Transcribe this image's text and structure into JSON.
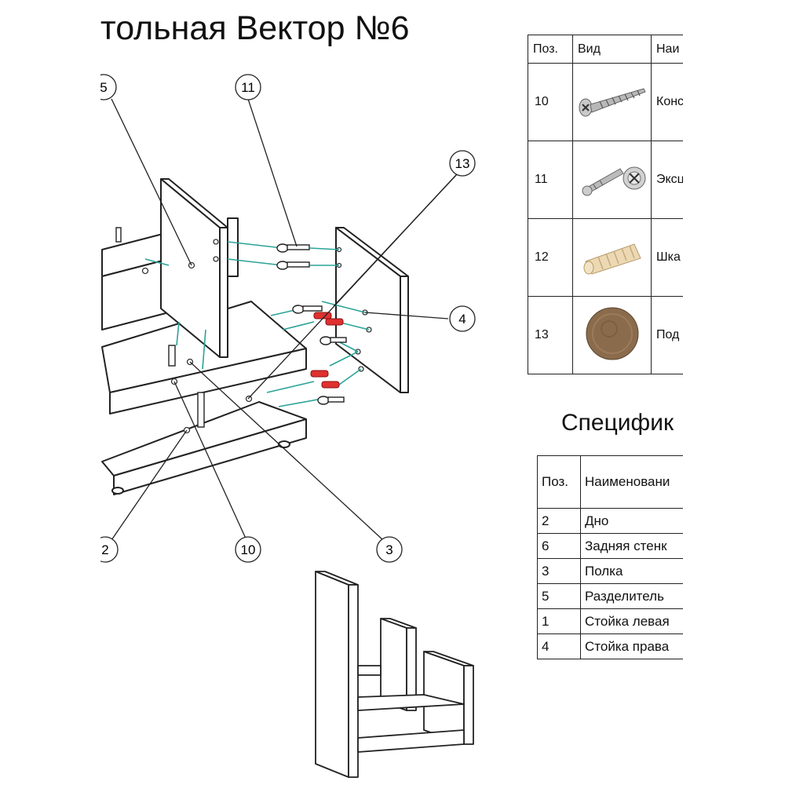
{
  "page": {
    "title": "тольная Вектор №6"
  },
  "diagram": {
    "callouts": [
      "5",
      "11",
      "13",
      "4",
      "2",
      "10",
      "3"
    ],
    "colors": {
      "connector": "#2aa398",
      "dowel_red": "#e03030",
      "line": "#222222"
    }
  },
  "fittings_table": {
    "headers": {
      "pos": "Поз.",
      "view": "Вид",
      "name": "Наи"
    },
    "rows": [
      {
        "pos": "10",
        "icon": "confirmat-screw-icon",
        "name": "Конс"
      },
      {
        "pos": "11",
        "icon": "eccentric-coupler-icon",
        "name": "Эксц"
      },
      {
        "pos": "12",
        "icon": "wooden-dowel-icon",
        "name": "Шка"
      },
      {
        "pos": "13",
        "icon": "furniture-foot-pad-icon",
        "name": "Под"
      }
    ]
  },
  "specification": {
    "title": "Специфик",
    "headers": {
      "pos": "Поз.",
      "name": "Наименовани"
    },
    "rows": [
      {
        "pos": "2",
        "name": "Дно"
      },
      {
        "pos": "6",
        "name": "Задняя стенк"
      },
      {
        "pos": "3",
        "name": "Полка"
      },
      {
        "pos": "5",
        "name": "Разделитель"
      },
      {
        "pos": "1",
        "name": "Стойка левая"
      },
      {
        "pos": "4",
        "name": "Стойка права"
      }
    ]
  }
}
